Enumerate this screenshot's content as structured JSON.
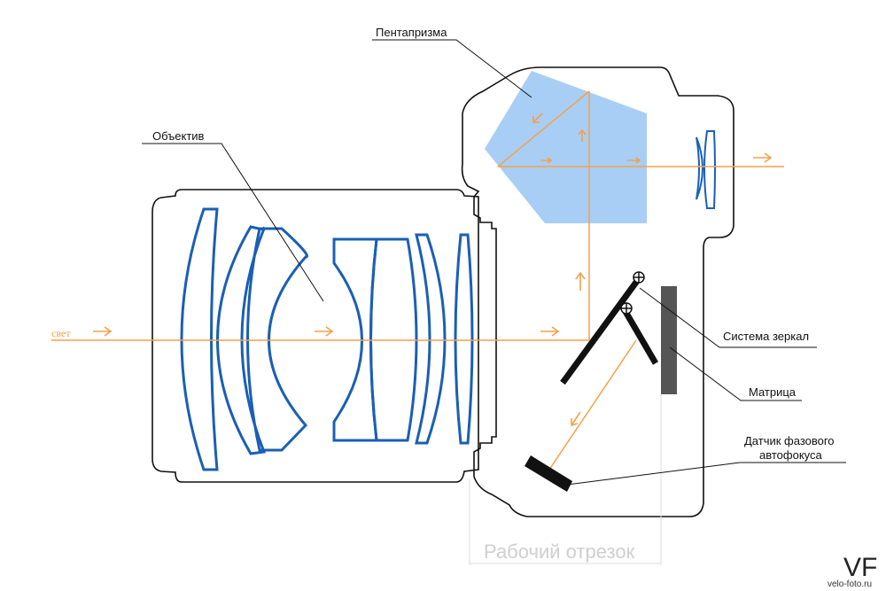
{
  "labels": {
    "pentaprism": "Пентапризма",
    "lens": "Объектив",
    "light": "свет",
    "mirror_system": "Система зеркал",
    "sensor": "Матрица",
    "phase_af_line1": "Датчик фазового",
    "phase_af_line2": "автофокуса",
    "flange_distance": "Рабочий отрезок"
  },
  "watermark": {
    "logo": "VF",
    "site": "velo-foto.ru"
  },
  "colors": {
    "outline": "#111111",
    "lens_blue": "#1a5fb4",
    "prism_fill": "#a8cef5",
    "light_ray": "#f5a04a",
    "sensor": "#555555",
    "flange_label": "#cfcfcf"
  }
}
